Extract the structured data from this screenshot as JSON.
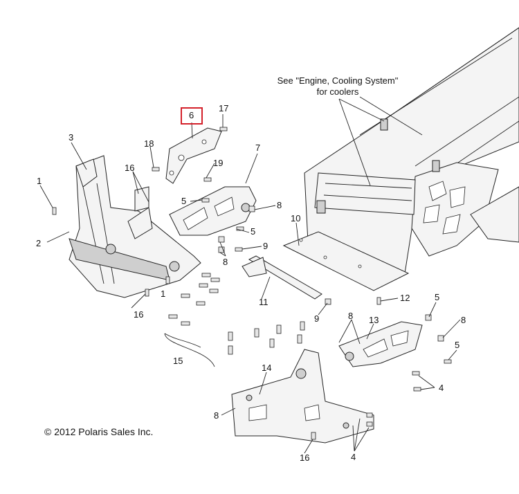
{
  "diagram": {
    "callouts": [
      {
        "id": "1a",
        "text": "1"
      },
      {
        "id": "1b",
        "text": "1"
      },
      {
        "id": "2",
        "text": "2"
      },
      {
        "id": "3",
        "text": "3"
      },
      {
        "id": "4a",
        "text": "4"
      },
      {
        "id": "4b",
        "text": "4"
      },
      {
        "id": "5a",
        "text": "5"
      },
      {
        "id": "5b",
        "text": "5"
      },
      {
        "id": "5c",
        "text": "5"
      },
      {
        "id": "5d",
        "text": "5"
      },
      {
        "id": "6",
        "text": "6"
      },
      {
        "id": "7",
        "text": "7"
      },
      {
        "id": "8a",
        "text": "8"
      },
      {
        "id": "8b",
        "text": "8"
      },
      {
        "id": "8c",
        "text": "8"
      },
      {
        "id": "8d",
        "text": "8"
      },
      {
        "id": "8e",
        "text": "8"
      },
      {
        "id": "9a",
        "text": "9"
      },
      {
        "id": "9b",
        "text": "9"
      },
      {
        "id": "10",
        "text": "10"
      },
      {
        "id": "11",
        "text": "11"
      },
      {
        "id": "12",
        "text": "12"
      },
      {
        "id": "13",
        "text": "13"
      },
      {
        "id": "14",
        "text": "14"
      },
      {
        "id": "15",
        "text": "15"
      },
      {
        "id": "16a",
        "text": "16"
      },
      {
        "id": "16b",
        "text": "16"
      },
      {
        "id": "16c",
        "text": "16"
      },
      {
        "id": "17",
        "text": "17"
      },
      {
        "id": "18",
        "text": "18"
      },
      {
        "id": "19",
        "text": "19"
      }
    ],
    "note_line1": "See \"Engine, Cooling System\"",
    "note_line2": "for coolers",
    "copyright": "© 2012 Polaris Sales Inc.",
    "highlight_color": "#d4202a"
  }
}
